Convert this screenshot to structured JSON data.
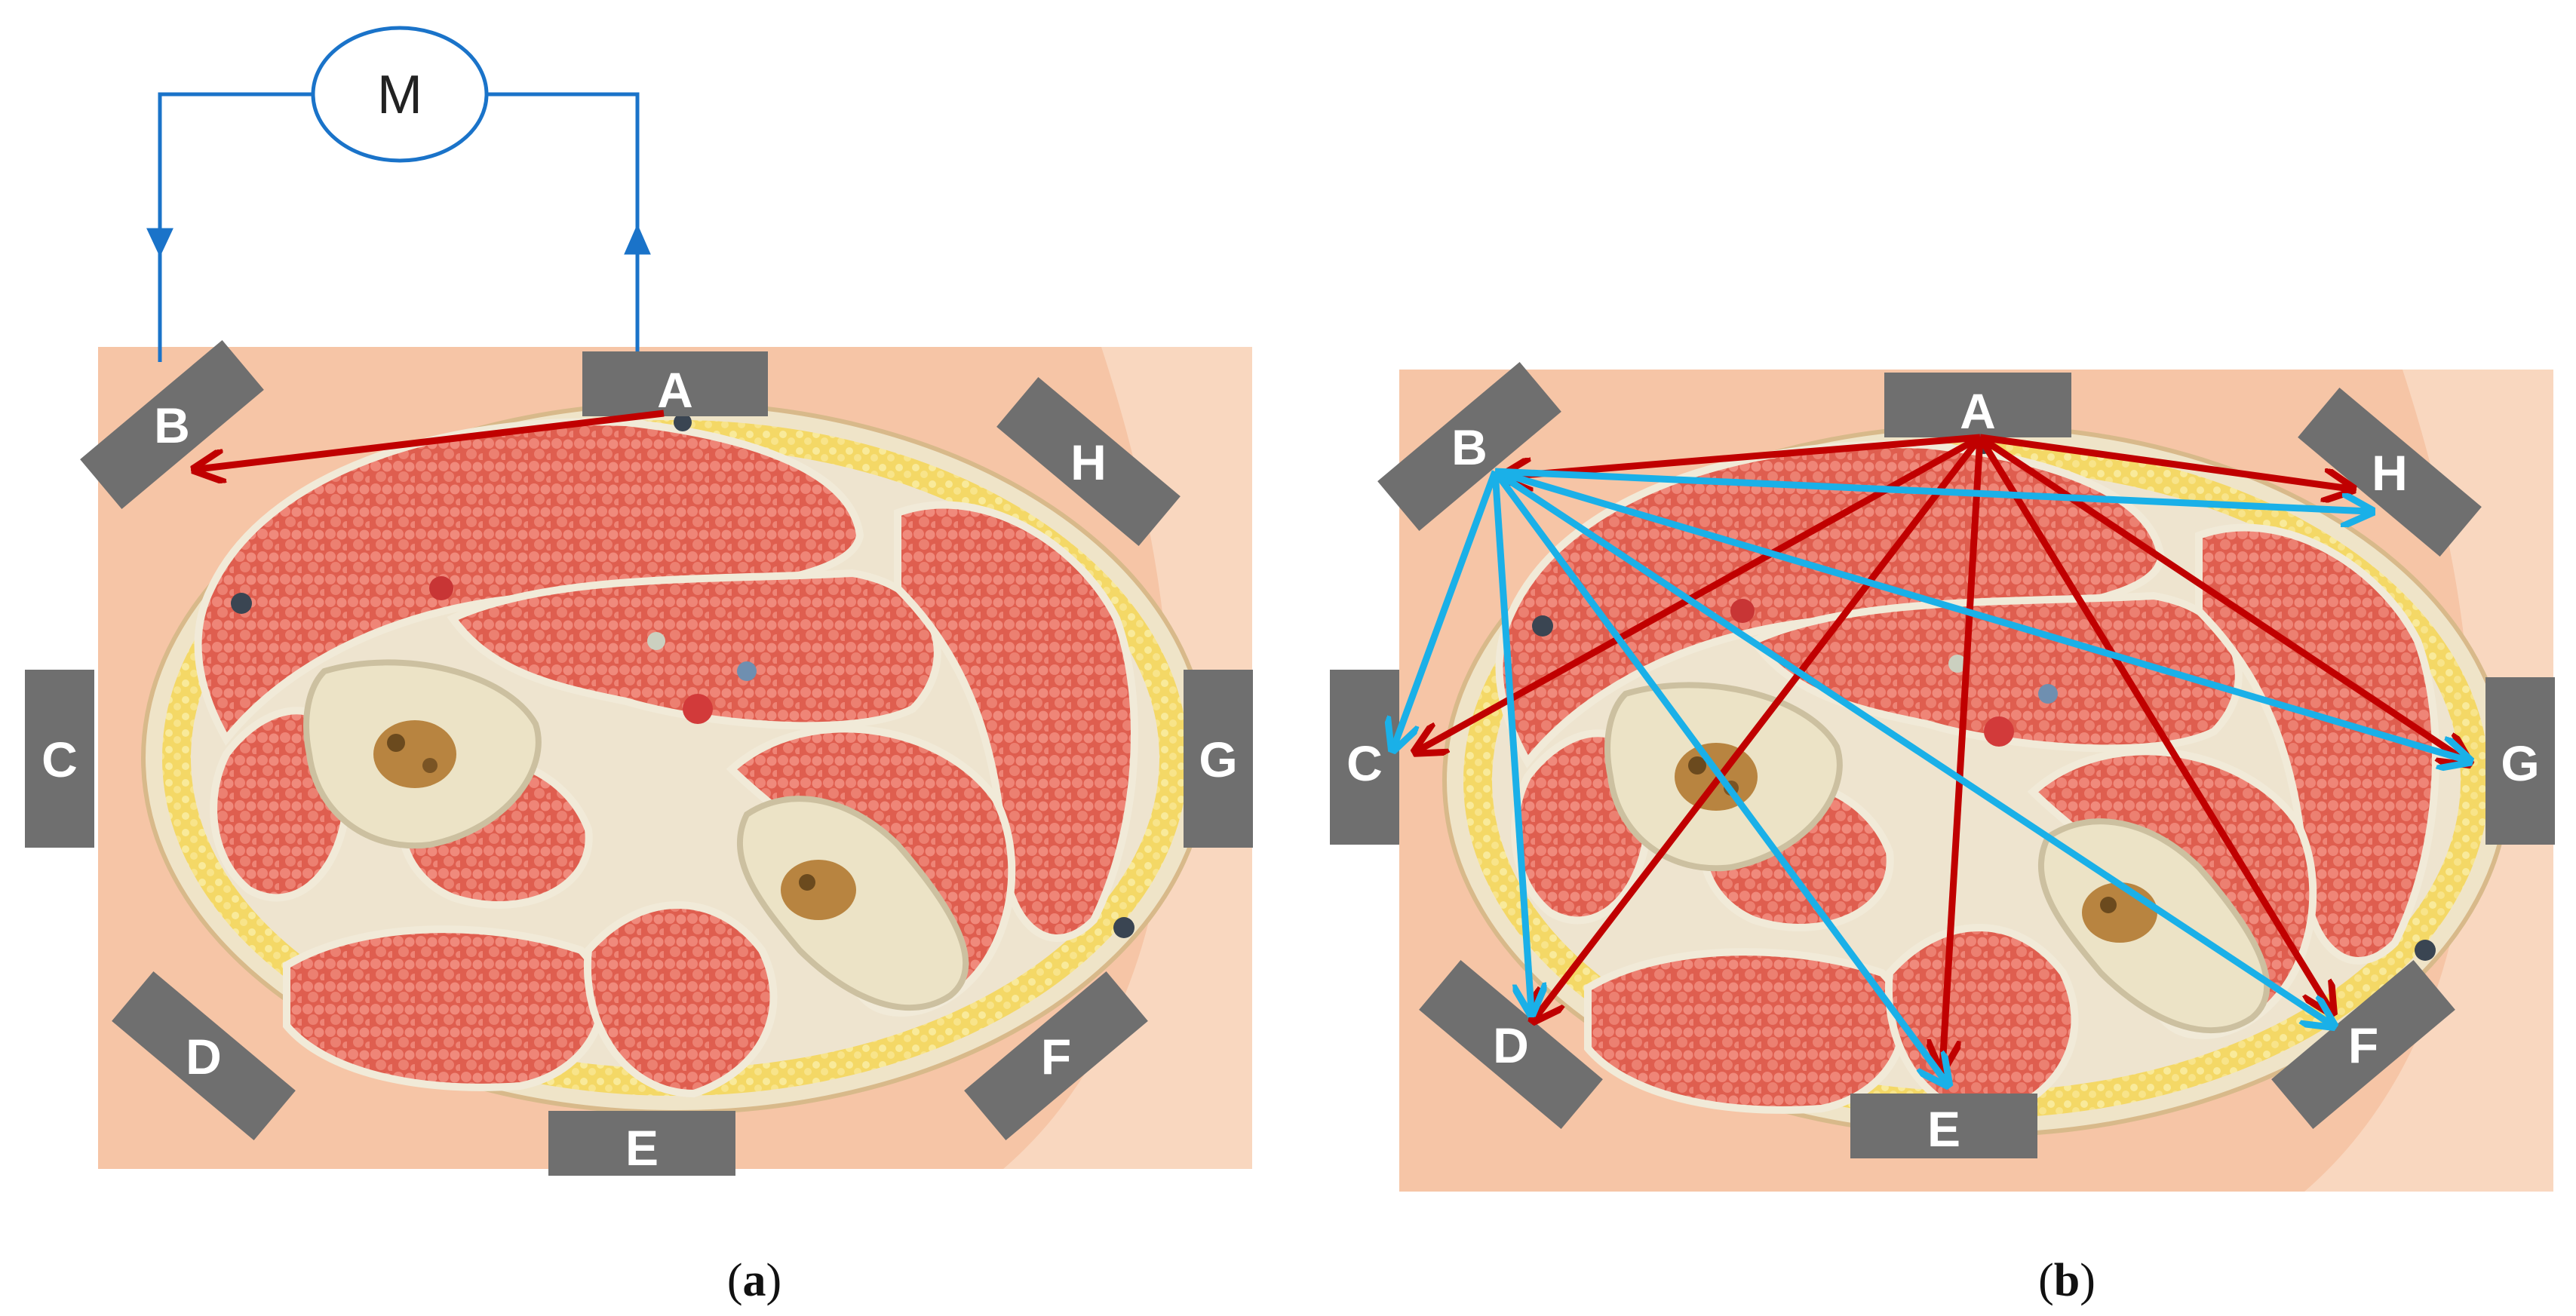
{
  "meter": {
    "label": "M"
  },
  "electrodes": {
    "a": "A",
    "b": "B",
    "c": "C",
    "d": "D",
    "e": "E",
    "f": "F",
    "g": "G",
    "h": "H"
  },
  "captions": {
    "a": {
      "open": "(",
      "letter": "a",
      "close": ")"
    },
    "b": {
      "open": "(",
      "letter": "b",
      "close": ")"
    }
  },
  "colors": {
    "circuit": "#1a73c9",
    "pad": "#6f6f6f",
    "pad_text": "#ffffff",
    "arrow_from_a": "#c00000",
    "arrow_from_b": "#1ab0e8",
    "muscle": "#e8685a",
    "fat": "#f2d35a",
    "bone": "#eee6cc",
    "skin": "#f7c9ac"
  }
}
